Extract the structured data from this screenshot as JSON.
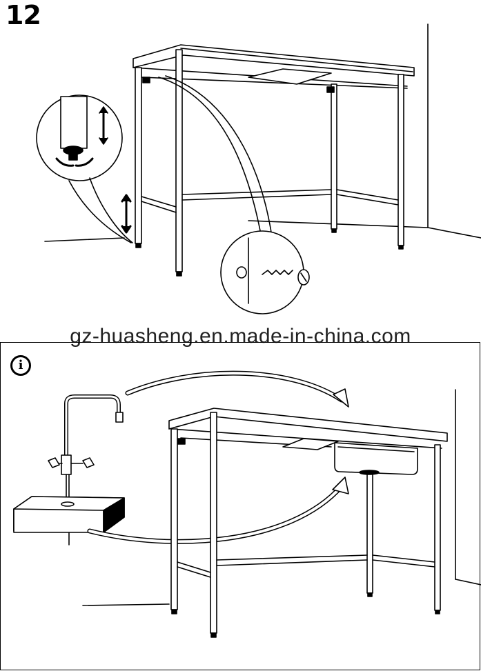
{
  "step": {
    "number": "12"
  },
  "watermark": {
    "text": "gz-huasheng.en.made-in-china.com"
  },
  "info_panel": {
    "icon_glyph": "i",
    "icon_name": "info-icon"
  },
  "colors": {
    "line": "#000000",
    "background": "#ffffff"
  }
}
